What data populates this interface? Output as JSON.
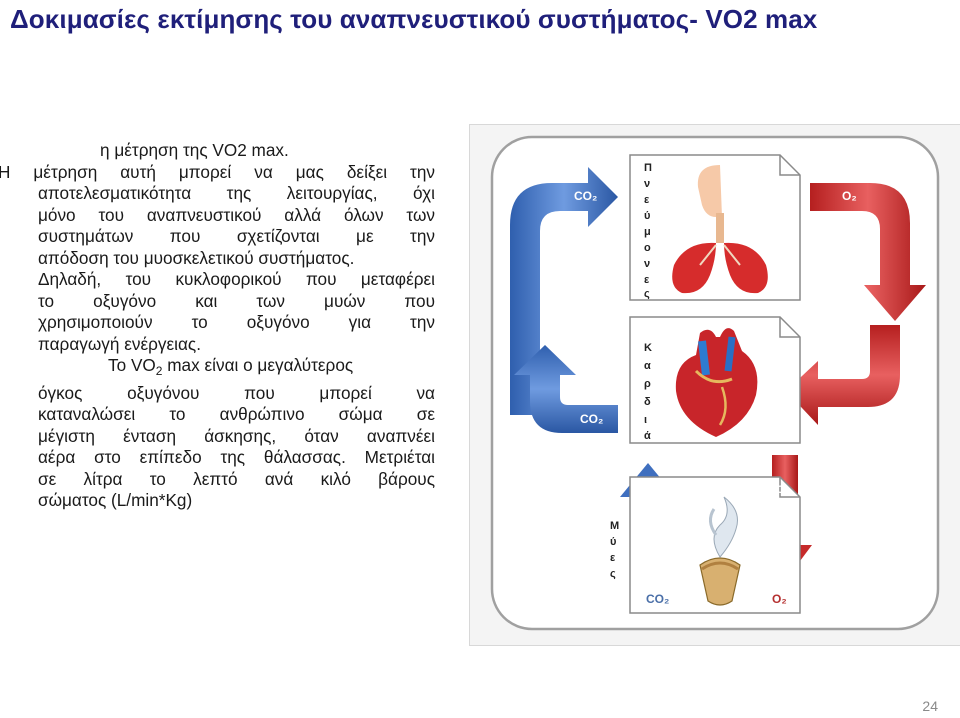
{
  "slide": {
    "title": "Δοκιμασίες εκτίμησης του αναπνευστικού συστήματος- VO2 max",
    "page_number": "24"
  },
  "text": {
    "line1": "η μέτρηση της VO2 max.",
    "line2": "Η μέτρηση αυτή μπορεί να μας δείξει την",
    "line3": "αποτελεσματικότητα της λειτουργίας, όχι",
    "line4": "μόνο του αναπνευστικού αλλά όλων των",
    "line5": "συστημάτων που σχετίζονται με την",
    "line6": "απόδοση του μυοσκελετικού συστήματος.",
    "line7": "Δηλαδή, του κυκλοφορικού που μεταφέρει",
    "line8": "το οξυγόνο και των μυών που",
    "line9": "χρησιμοποιούν το οξυγόνο για την",
    "line10": "παραγωγή ενέργειας.",
    "line11_pre": "Το VO",
    "line11_sub": "2",
    "line11_post": " max είναι ο μεγαλύτερος",
    "line12": "όγκος οξυγόνου που μπορεί να",
    "line13": "καταναλώσει το ανθρώπινο σώμα σε",
    "line14": "μέγιστη ένταση άσκησης, όταν αναπνέει",
    "line15": "αέρα στο επίπεδο της θάλασσας. Μετριέται",
    "line16": "σε λίτρα το λεπτό ανά κιλό βάρους",
    "line17": "σώματος (L/min*Kg)"
  },
  "figure": {
    "labels": {
      "co2": "CO₂",
      "o2": "O₂"
    },
    "organ_letters": {
      "lungs": [
        "Π",
        "ν",
        "ε",
        "ύ",
        "μ",
        "ο",
        "ν",
        "ε",
        "ς"
      ],
      "heart": [
        "Κ",
        "α",
        "ρ",
        "δ",
        "ι",
        "ά"
      ],
      "muscles": [
        "Μ",
        "ύ",
        "ε",
        "ς"
      ]
    },
    "colors": {
      "co2_arrow": "#3f6fbf",
      "o2_arrow": "#c62a2a",
      "frame_border": "#a0a0a0"
    }
  }
}
